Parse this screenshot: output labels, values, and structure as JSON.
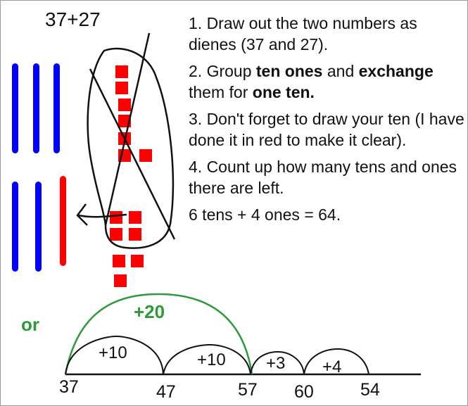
{
  "sum_title": "37+27",
  "steps": [
    {
      "parts": [
        {
          "t": "1. Draw out the two numbers as dienes  (37 and 27).",
          "b": false
        }
      ]
    },
    {
      "parts": [
        {
          "t": "2. Group ",
          "b": false
        },
        {
          "t": "ten ones",
          "b": true
        },
        {
          "t": " and ",
          "b": false
        },
        {
          "t": "exchange",
          "b": true
        },
        {
          "t": " them for ",
          "b": false
        },
        {
          "t": "one ten.",
          "b": true
        }
      ]
    },
    {
      "parts": [
        {
          "t": "3. Don't forget to draw your ten (I have done it in red to make it clear).",
          "b": false
        }
      ]
    },
    {
      "parts": [
        {
          "t": "4. Count up how many tens and ones there are left.",
          "b": false
        }
      ]
    }
  ],
  "result": "6 tens + 4 ones = 64.",
  "or_label": "or",
  "number_line": {
    "big_jump": "+20",
    "jumps": [
      "+10",
      "+10",
      "+3",
      "+4"
    ],
    "ticks": [
      "37",
      "47",
      "57",
      "60",
      "54"
    ]
  },
  "colors": {
    "tens": "#0000ff",
    "exchanged_ten": "#ff0000",
    "ones": "#ff0000",
    "alternative": "#2e9a3a"
  }
}
